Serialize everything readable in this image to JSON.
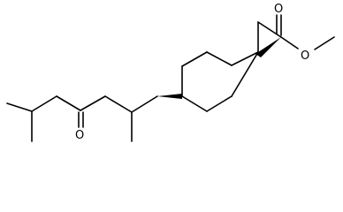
{
  "molecule": {
    "atom_labels": [
      "O",
      "O",
      "O"
    ],
    "colors": {
      "bond": "#000000",
      "label": "#000000",
      "background": "#ffffff"
    }
  }
}
